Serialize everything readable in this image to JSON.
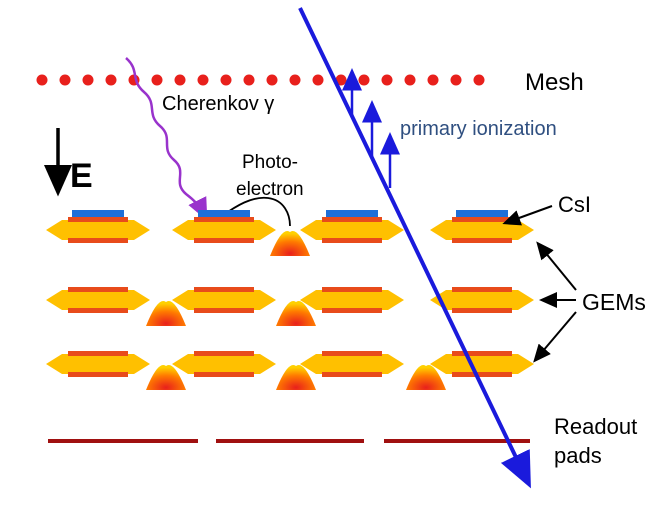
{
  "labels": {
    "mesh": "Mesh",
    "cherenkov": "Cherenkov γ",
    "primary_ionization": "primary ionization",
    "field": "E",
    "photo_line1": "Photo-",
    "photo_line2": "electron",
    "csi": "CsI",
    "gems": "GEMs",
    "readout_line1": "Readout",
    "readout_line2": "pads"
  },
  "colors": {
    "mesh_dots": "#e8201c",
    "cherenkov": "#9933cc",
    "track": "#1a1adc",
    "ionization_label": "#2f4f80",
    "gem_body": "#ffc000",
    "gem_electrode": "#e84b1b",
    "csi_layer": "#1e6fd9",
    "readout": "#a01010",
    "text": "#000000"
  },
  "counts": {
    "mesh_dots": 20,
    "gem_layers": 3,
    "gem_segments_per_layer": 4,
    "readout_pads": 3,
    "ionization_arrows": 3
  }
}
